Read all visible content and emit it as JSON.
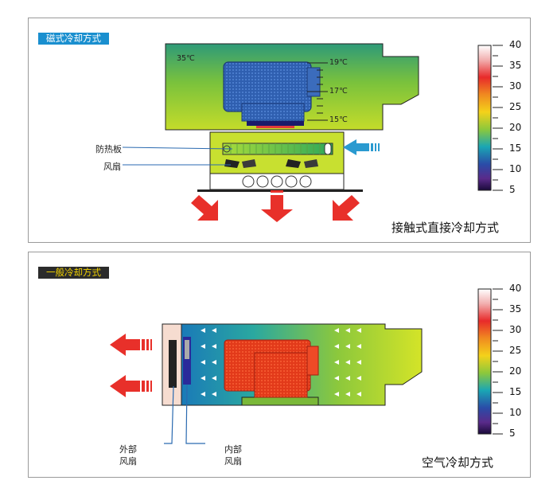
{
  "panel_top": {
    "tag": "磁式冷却方式",
    "caption": "接触式直接冷却方式",
    "temp_label": "35℃",
    "gauge": [
      "19℃",
      "17℃",
      "15℃"
    ],
    "callouts": {
      "heat_plate": "防热板",
      "fan": "风扇"
    }
  },
  "panel_bottom": {
    "tag": "一般冷却方式",
    "caption": "空气冷却方式",
    "callouts": {
      "outer_fan": "外部\n风扇",
      "inner_fan": "内部\n风扇"
    }
  },
  "color_scale": {
    "ticks": [
      "40",
      "35",
      "30",
      "25",
      "20",
      "15",
      "10",
      "5"
    ],
    "colors": [
      "#ffffff",
      "#f2b0b0",
      "#e82a2a",
      "#f08a20",
      "#f4d21a",
      "#8cc83c",
      "#1aa6b4",
      "#2a4ca8",
      "#5a2a8a",
      "#1a0a3a"
    ]
  }
}
